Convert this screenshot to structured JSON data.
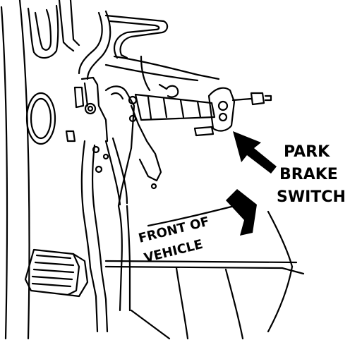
{
  "callout": {
    "line1": "PARK",
    "line2": "BRAKE",
    "line3": "SWITCH"
  },
  "direction": {
    "line1": "FRONT OF",
    "line2": "VEHICLE"
  },
  "colors": {
    "ink": "#000000",
    "paper": "#ffffff"
  }
}
